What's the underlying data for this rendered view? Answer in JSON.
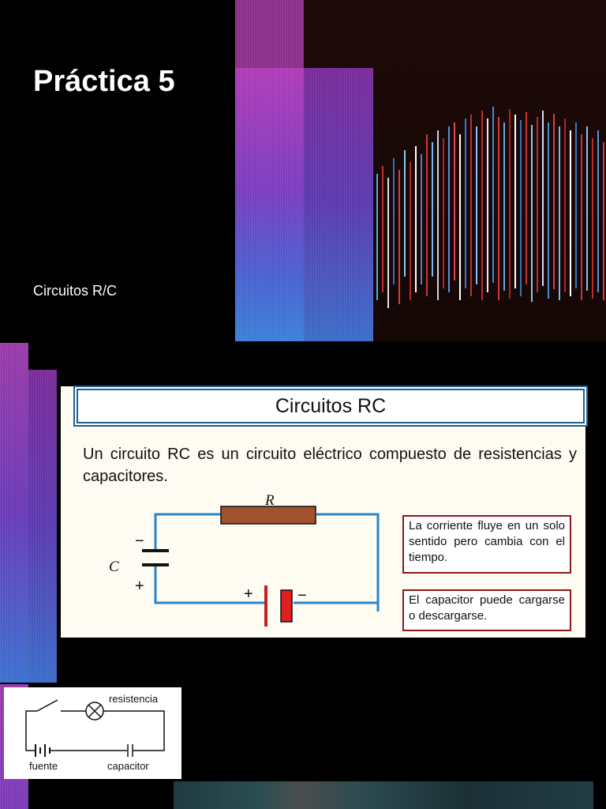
{
  "slide1": {
    "title": "Práctica 5",
    "subtitle": "Circuitos R/C"
  },
  "slide2": {
    "heading": "Circuitos RC",
    "description": "Un circuito RC es un circuito eléctrico compuesto de resistencias y capacitores.",
    "labels": {
      "resistor": "R",
      "capacitor": "C",
      "plus": "+",
      "minus": "−"
    },
    "notes": [
      "La corriente fluye en un solo sentido pero cambia con el tiempo.",
      "El capacitor puede cargarse o descargarse."
    ],
    "colors": {
      "wire": "#2a86c8",
      "resistor": "#a0522d",
      "battery": "#e02020",
      "title_border": "#1e5f8e",
      "note_border": "#8b1a1a"
    }
  },
  "slide3": {
    "labels": {
      "resistor": "resistencia",
      "source": "fuente",
      "capacitor": "capacitor"
    }
  }
}
